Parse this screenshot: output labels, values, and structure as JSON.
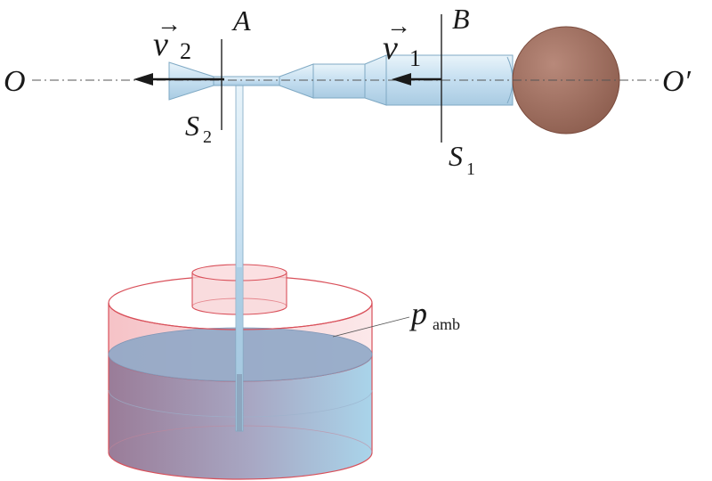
{
  "labels": {
    "axis_left": "O",
    "axis_right": "O′",
    "section_a": "A",
    "section_b": "B",
    "v2_symbol": "v",
    "v2_sub": "2",
    "v1_symbol": "v",
    "v1_sub": "1",
    "vec_arrow": "⃗",
    "s2_symbol": "S",
    "s2_sub": "2",
    "s1_symbol": "S",
    "s1_sub": "1",
    "pressure_symbol": "p",
    "pressure_sub": "amb"
  },
  "colors": {
    "bulb": "#a77563",
    "tube": "#c8e0ee",
    "tube_edge": "#7fa9c4",
    "liquid_top": "#8aa6c6",
    "vessel_edge": "#d9505a",
    "vessel_fill": "#f6c9cc",
    "arrow": "#1a1a1a"
  }
}
